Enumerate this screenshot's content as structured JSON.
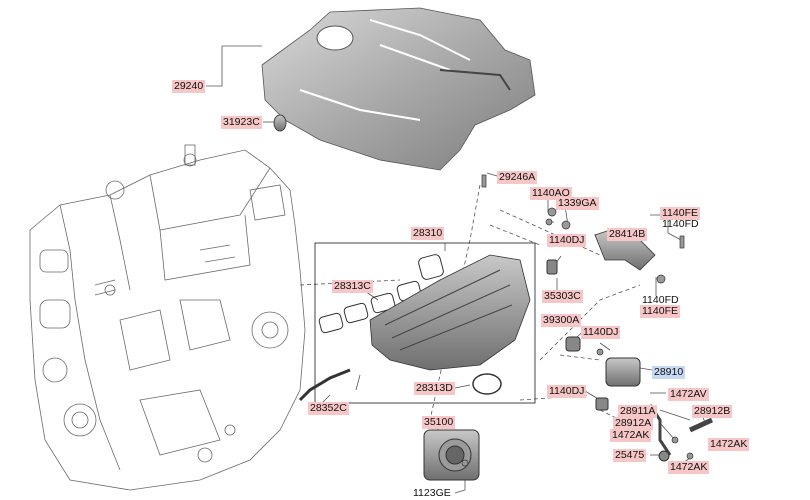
{
  "labels": {
    "p29240": "29240",
    "p31923C": "31923C",
    "p29246A": "29246A",
    "p1140AO": "1140AO",
    "p1339GA": "1339GA",
    "p1140FE_top": "1140FE",
    "p1140FD_top": "1140FD",
    "p28414B": "28414B",
    "p28310": "28310",
    "p1140DJ_a": "1140DJ",
    "p28313C": "28313C",
    "p35303C": "35303C",
    "p1140FD_bot": "1140FD",
    "p1140FE_bot": "1140FE",
    "p39300A": "39300A",
    "p1140DJ_b": "1140DJ",
    "p28910": "28910",
    "p28313D": "28313D",
    "p1140DJ_c": "1140DJ",
    "p1472AV": "1472AV",
    "p28352C": "28352C",
    "p28911A": "28911A",
    "p28912B": "28912B",
    "p28912A": "28912A",
    "p35100": "35100",
    "p1472AK_a": "1472AK",
    "p1472AK_b": "1472AK",
    "p25475": "25475",
    "p1472AK_c": "1472AK",
    "p1123GE": "1123GE"
  }
}
